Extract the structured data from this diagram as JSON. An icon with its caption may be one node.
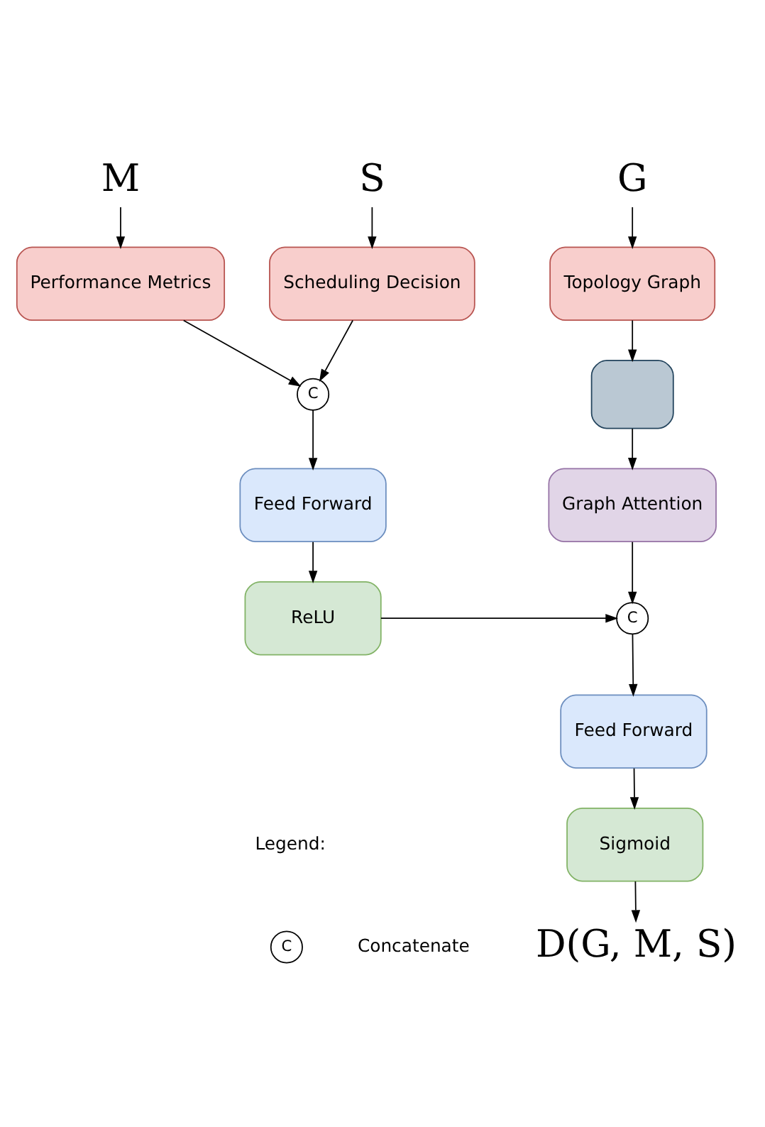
{
  "diagram": {
    "nodes": [
      {
        "text": [
          "M"
        ]
      },
      {
        "text": [
          "S"
        ]
      },
      {
        "text": [
          "G"
        ]
      },
      {
        "text": [
          "Performance Metrics"
        ]
      },
      {
        "text": [
          "Scheduling Decision"
        ]
      },
      {
        "text": [
          "Topology Graph"
        ]
      },
      {
        "text": [
          "C"
        ]
      },
      {
        "text": [],
        "shape": "box"
      },
      {
        "text": [
          "Feed Forward"
        ]
      },
      {
        "text": [
          "Graph Attention"
        ]
      },
      {
        "text": [
          "ReLU"
        ]
      },
      {
        "text": [
          "C"
        ]
      },
      {
        "text": [
          "Feed Forward"
        ]
      },
      {
        "text": [
          "Sigmoid"
        ]
      },
      {
        "text": [
          "D(G, M, S)"
        ]
      },
      {
        "text": [
          "C"
        ]
      }
    ],
    "edges": [
      {
        "from": 0,
        "to": 3,
        "arrow": "to"
      },
      {
        "from": 1,
        "to": 4,
        "arrow": "to"
      },
      {
        "from": 2,
        "to": 5,
        "arrow": "to"
      },
      {
        "from": 3,
        "to": 6,
        "arrow": "to"
      },
      {
        "from": 4,
        "to": 6,
        "arrow": "to"
      },
      {
        "from": 5,
        "to": 7,
        "arrow": "to"
      },
      {
        "from": 6,
        "to": 8,
        "arrow": "to"
      },
      {
        "from": 7,
        "to": 9,
        "arrow": "to"
      },
      {
        "from": 8,
        "to": 10,
        "arrow": "to"
      },
      {
        "from": 9,
        "to": 11,
        "arrow": "to"
      },
      {
        "from": 10,
        "to": 11,
        "arrow": "to"
      },
      {
        "from": 11,
        "to": 12,
        "arrow": "to"
      },
      {
        "from": 12,
        "to": 13,
        "arrow": "to"
      },
      {
        "from": 13,
        "to": 14,
        "arrow": "to"
      }
    ],
    "labels": [
      "Legend:"
    ],
    "legend": [
      {
        "text": "Concatenate"
      }
    ]
  }
}
